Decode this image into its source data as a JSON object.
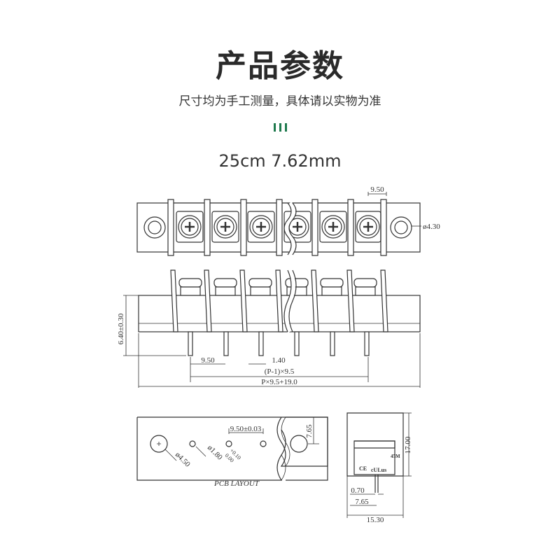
{
  "header": {
    "title": "产品参数",
    "subtitle": "尺寸均为手工测量，具体请以实物为准",
    "spec": "25cm 7.62mm"
  },
  "colors": {
    "accent": "#1f7a4e",
    "line": "#333333"
  },
  "dimensions": {
    "pitch_top": "9.50",
    "hole_dia": "ø4.30",
    "height": "6.40±0.30",
    "pitch_side": "9.50",
    "pin_width": "1.40",
    "pin_span": "(P-1)×9.5",
    "total_length": "P×9.5+19.0",
    "pcb_pitch": "9.50±0.03",
    "pcb_offset": "7.65",
    "pcb_mount_hole": "ø4.50",
    "pcb_pin_hole": "ø1.80",
    "pcb_pin_tol_plus": "+0.10",
    "pcb_pin_tol_minus": "0.00",
    "pcb_label": "PCB LAYOUT",
    "side_height": "17.00",
    "side_pin": "0.70",
    "side_offset": "7.65",
    "side_width": "15.30",
    "side_marks": [
      "45M",
      "CE",
      "cULus"
    ]
  }
}
